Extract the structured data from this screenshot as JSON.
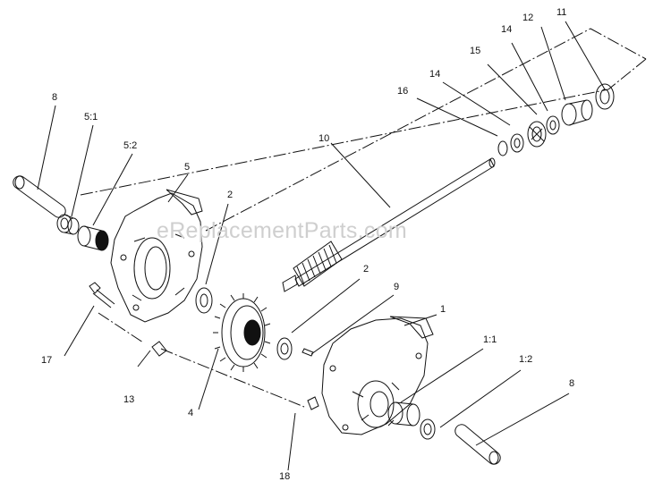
{
  "diagram": {
    "watermark": "eReplacementParts.com",
    "callouts": {
      "c8a": "8",
      "c5_1": "5:1",
      "c5_2": "5:2",
      "c5": "5",
      "c2a": "2",
      "c17": "17",
      "c13": "13",
      "c4": "4",
      "c2b": "2",
      "c9": "9",
      "c10": "10",
      "c16": "16",
      "c14a": "14",
      "c15": "15",
      "c14b": "14",
      "c12": "12",
      "c11": "11",
      "c1": "1",
      "c1_1": "1:1",
      "c1_2": "1:2",
      "c8b": "8",
      "c18": "18"
    }
  }
}
